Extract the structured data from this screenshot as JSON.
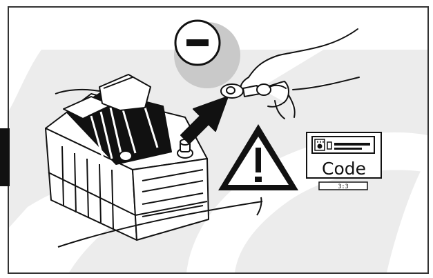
{
  "radio_code_label": "Code",
  "radio_page_indicator": "3:3",
  "negative_terminal_symbol": "minus",
  "warning_symbol": "exclamation-triangle",
  "icons": [
    "car-battery-icon",
    "minus-badge-icon",
    "arrow-icon",
    "hand-with-clamp-icon",
    "warning-triangle-icon",
    "radio-code-icon"
  ],
  "colors": {
    "background_light": "#ffffff",
    "background_shade": "#ececec",
    "frame": "#333333",
    "ink": "#111111"
  }
}
